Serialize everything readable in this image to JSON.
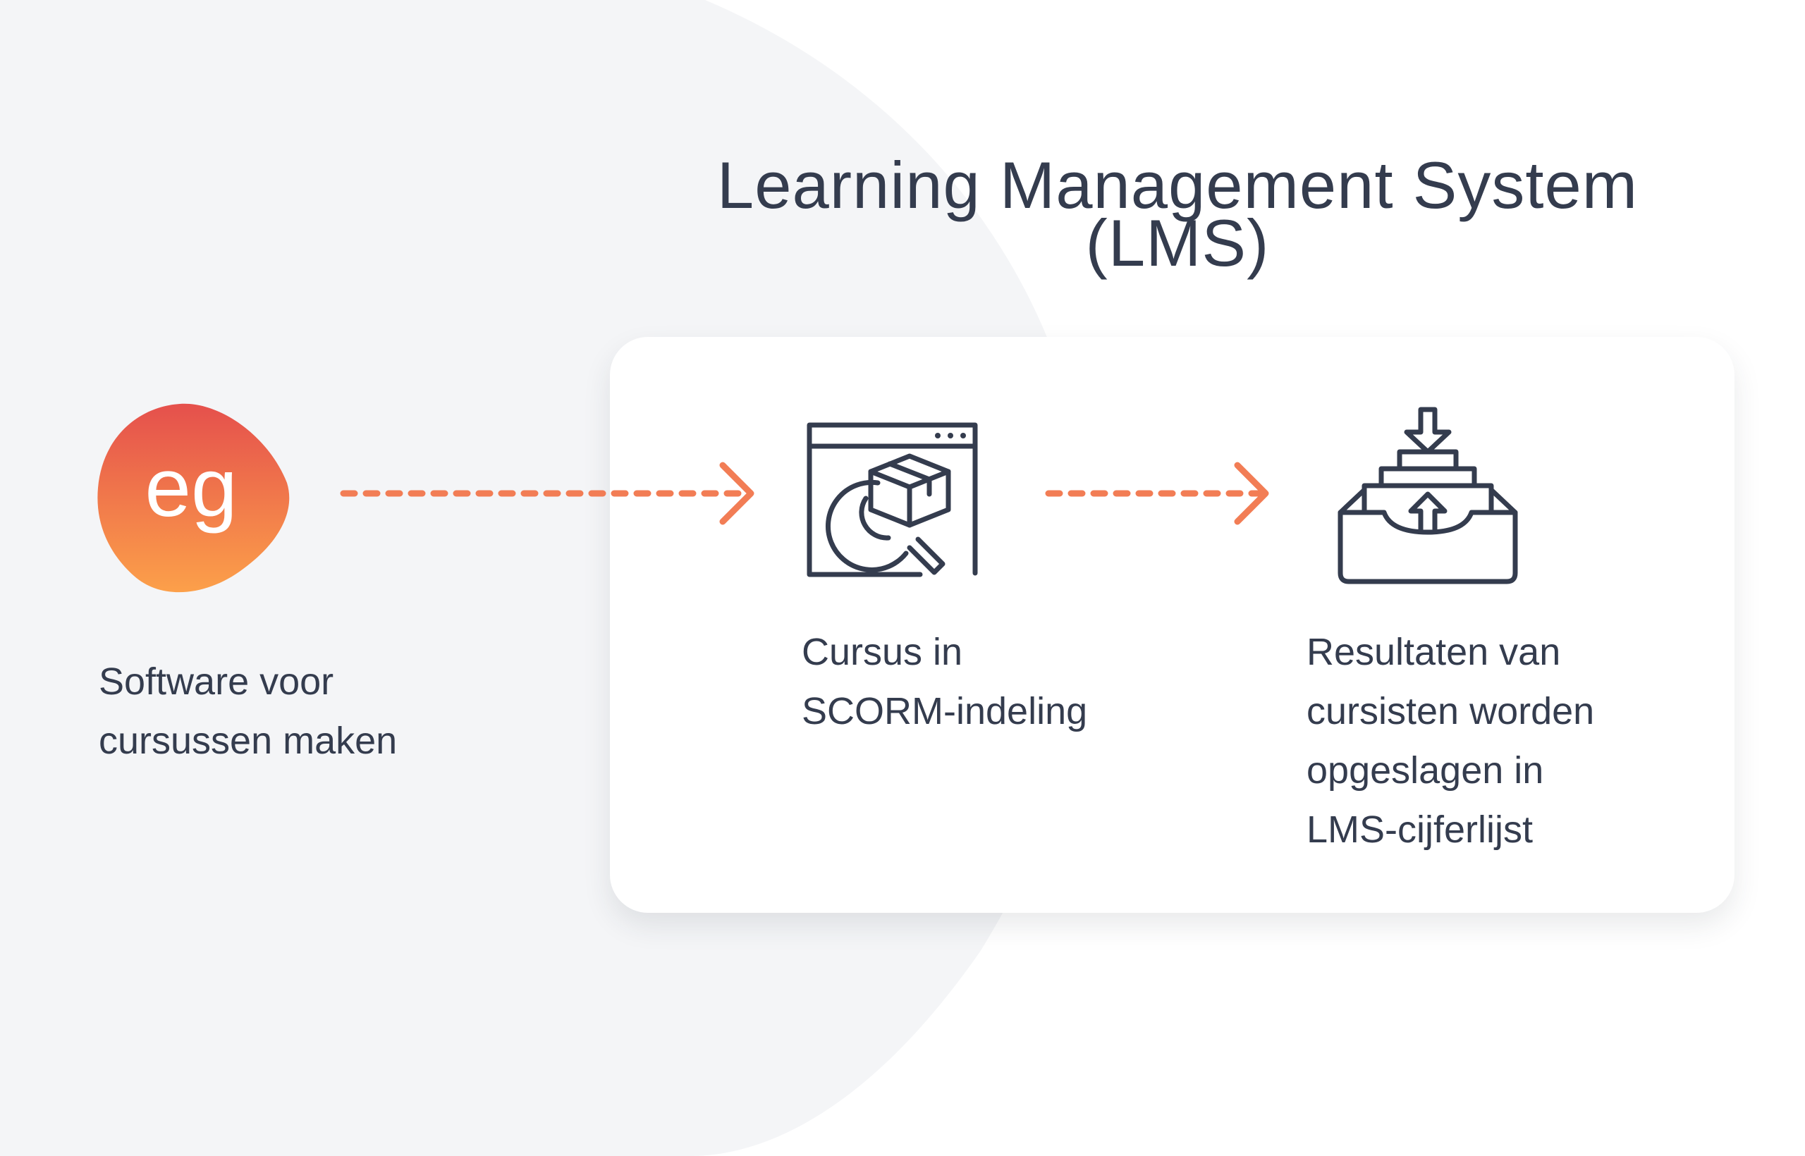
{
  "title": {
    "line1": "Learning Management System",
    "line2": "(LMS)"
  },
  "logo": {
    "text": "eg",
    "gradient_top": "#e5504c",
    "gradient_bottom": "#fca04a"
  },
  "steps": [
    {
      "lines": [
        "Software voor",
        "cursussen maken"
      ],
      "icon": "eg-logo"
    },
    {
      "lines": [
        "Cursus in",
        "SCORM-indeling"
      ],
      "icon": "course-package-search-icon"
    },
    {
      "lines": [
        "Resultaten van",
        "cursisten worden",
        "opgeslagen in",
        "LMS-cijferlijst"
      ],
      "icon": "inbox-tray-icon"
    }
  ],
  "arrows": [
    "dashed-arrow-right-icon",
    "dashed-arrow-right-icon"
  ],
  "colors": {
    "text": "#343c4e",
    "accent_arrow": "#f27d55",
    "background_shape": "#f4f5f7",
    "card": "#ffffff"
  }
}
